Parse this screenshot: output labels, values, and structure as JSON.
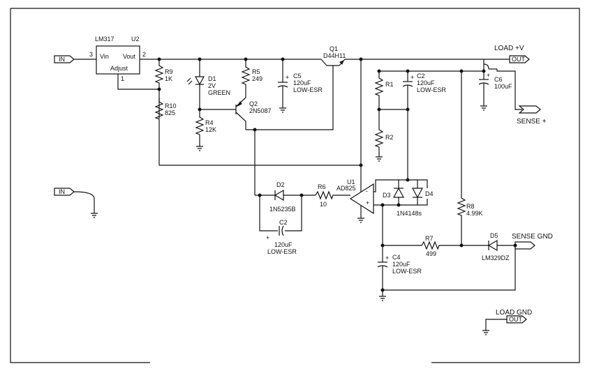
{
  "components": {
    "u2": {
      "ref": "U2",
      "part": "LM317",
      "pin_in": "3",
      "pin_out": "2",
      "pin_adj": "1",
      "vin": "Vin",
      "vout": "Vout",
      "adjust": "Adjust"
    },
    "q1": {
      "ref": "Q1",
      "part": "D44H11"
    },
    "q2": {
      "ref": "Q2",
      "part": "2N5087"
    },
    "d1": {
      "ref": "D1",
      "value": "2V",
      "color": "GREEN"
    },
    "d2": {
      "ref": "D2",
      "part": "1N5235B"
    },
    "d3": {
      "ref": "D3"
    },
    "d4": {
      "ref": "D4",
      "part": "1N4148s"
    },
    "d5": {
      "ref": "D5",
      "part": "LM329DZ"
    },
    "u1": {
      "ref": "U1",
      "part": "AD825"
    },
    "r1": {
      "ref": "R1"
    },
    "r2": {
      "ref": "R2"
    },
    "r4": {
      "ref": "R4",
      "value": "12K"
    },
    "r5": {
      "ref": "R5",
      "value": "249"
    },
    "r6": {
      "ref": "R6",
      "value": "10"
    },
    "r7": {
      "ref": "R7",
      "value": "499"
    },
    "r8": {
      "ref": "R8",
      "value": "4.99K"
    },
    "r9": {
      "ref": "R9",
      "value": "1K"
    },
    "r10": {
      "ref": "R10",
      "value": "825"
    },
    "c2a": {
      "ref": "C2",
      "value": "120uF",
      "type": "LOW-ESR"
    },
    "c2b": {
      "ref": "C2",
      "value": "120uF",
      "type": "LOW-ESR"
    },
    "c4": {
      "ref": "C4",
      "value": "120uF",
      "type": "LOW-ESR"
    },
    "c5": {
      "ref": "C5",
      "value": "120uF",
      "type": "LOW-ESR"
    },
    "c6": {
      "ref": "C6",
      "value": "100uF"
    }
  },
  "ports": {
    "in_top": "IN",
    "in_bottom": "IN",
    "out_load": "OUT",
    "out_gnd": "OUT",
    "load_v": "LOAD +V",
    "sense_plus": "SENSE +",
    "sense_gnd": "SENSE GND",
    "load_gnd": "LOAD GND"
  },
  "symbols": {
    "plus": "+",
    "minus": "-"
  }
}
